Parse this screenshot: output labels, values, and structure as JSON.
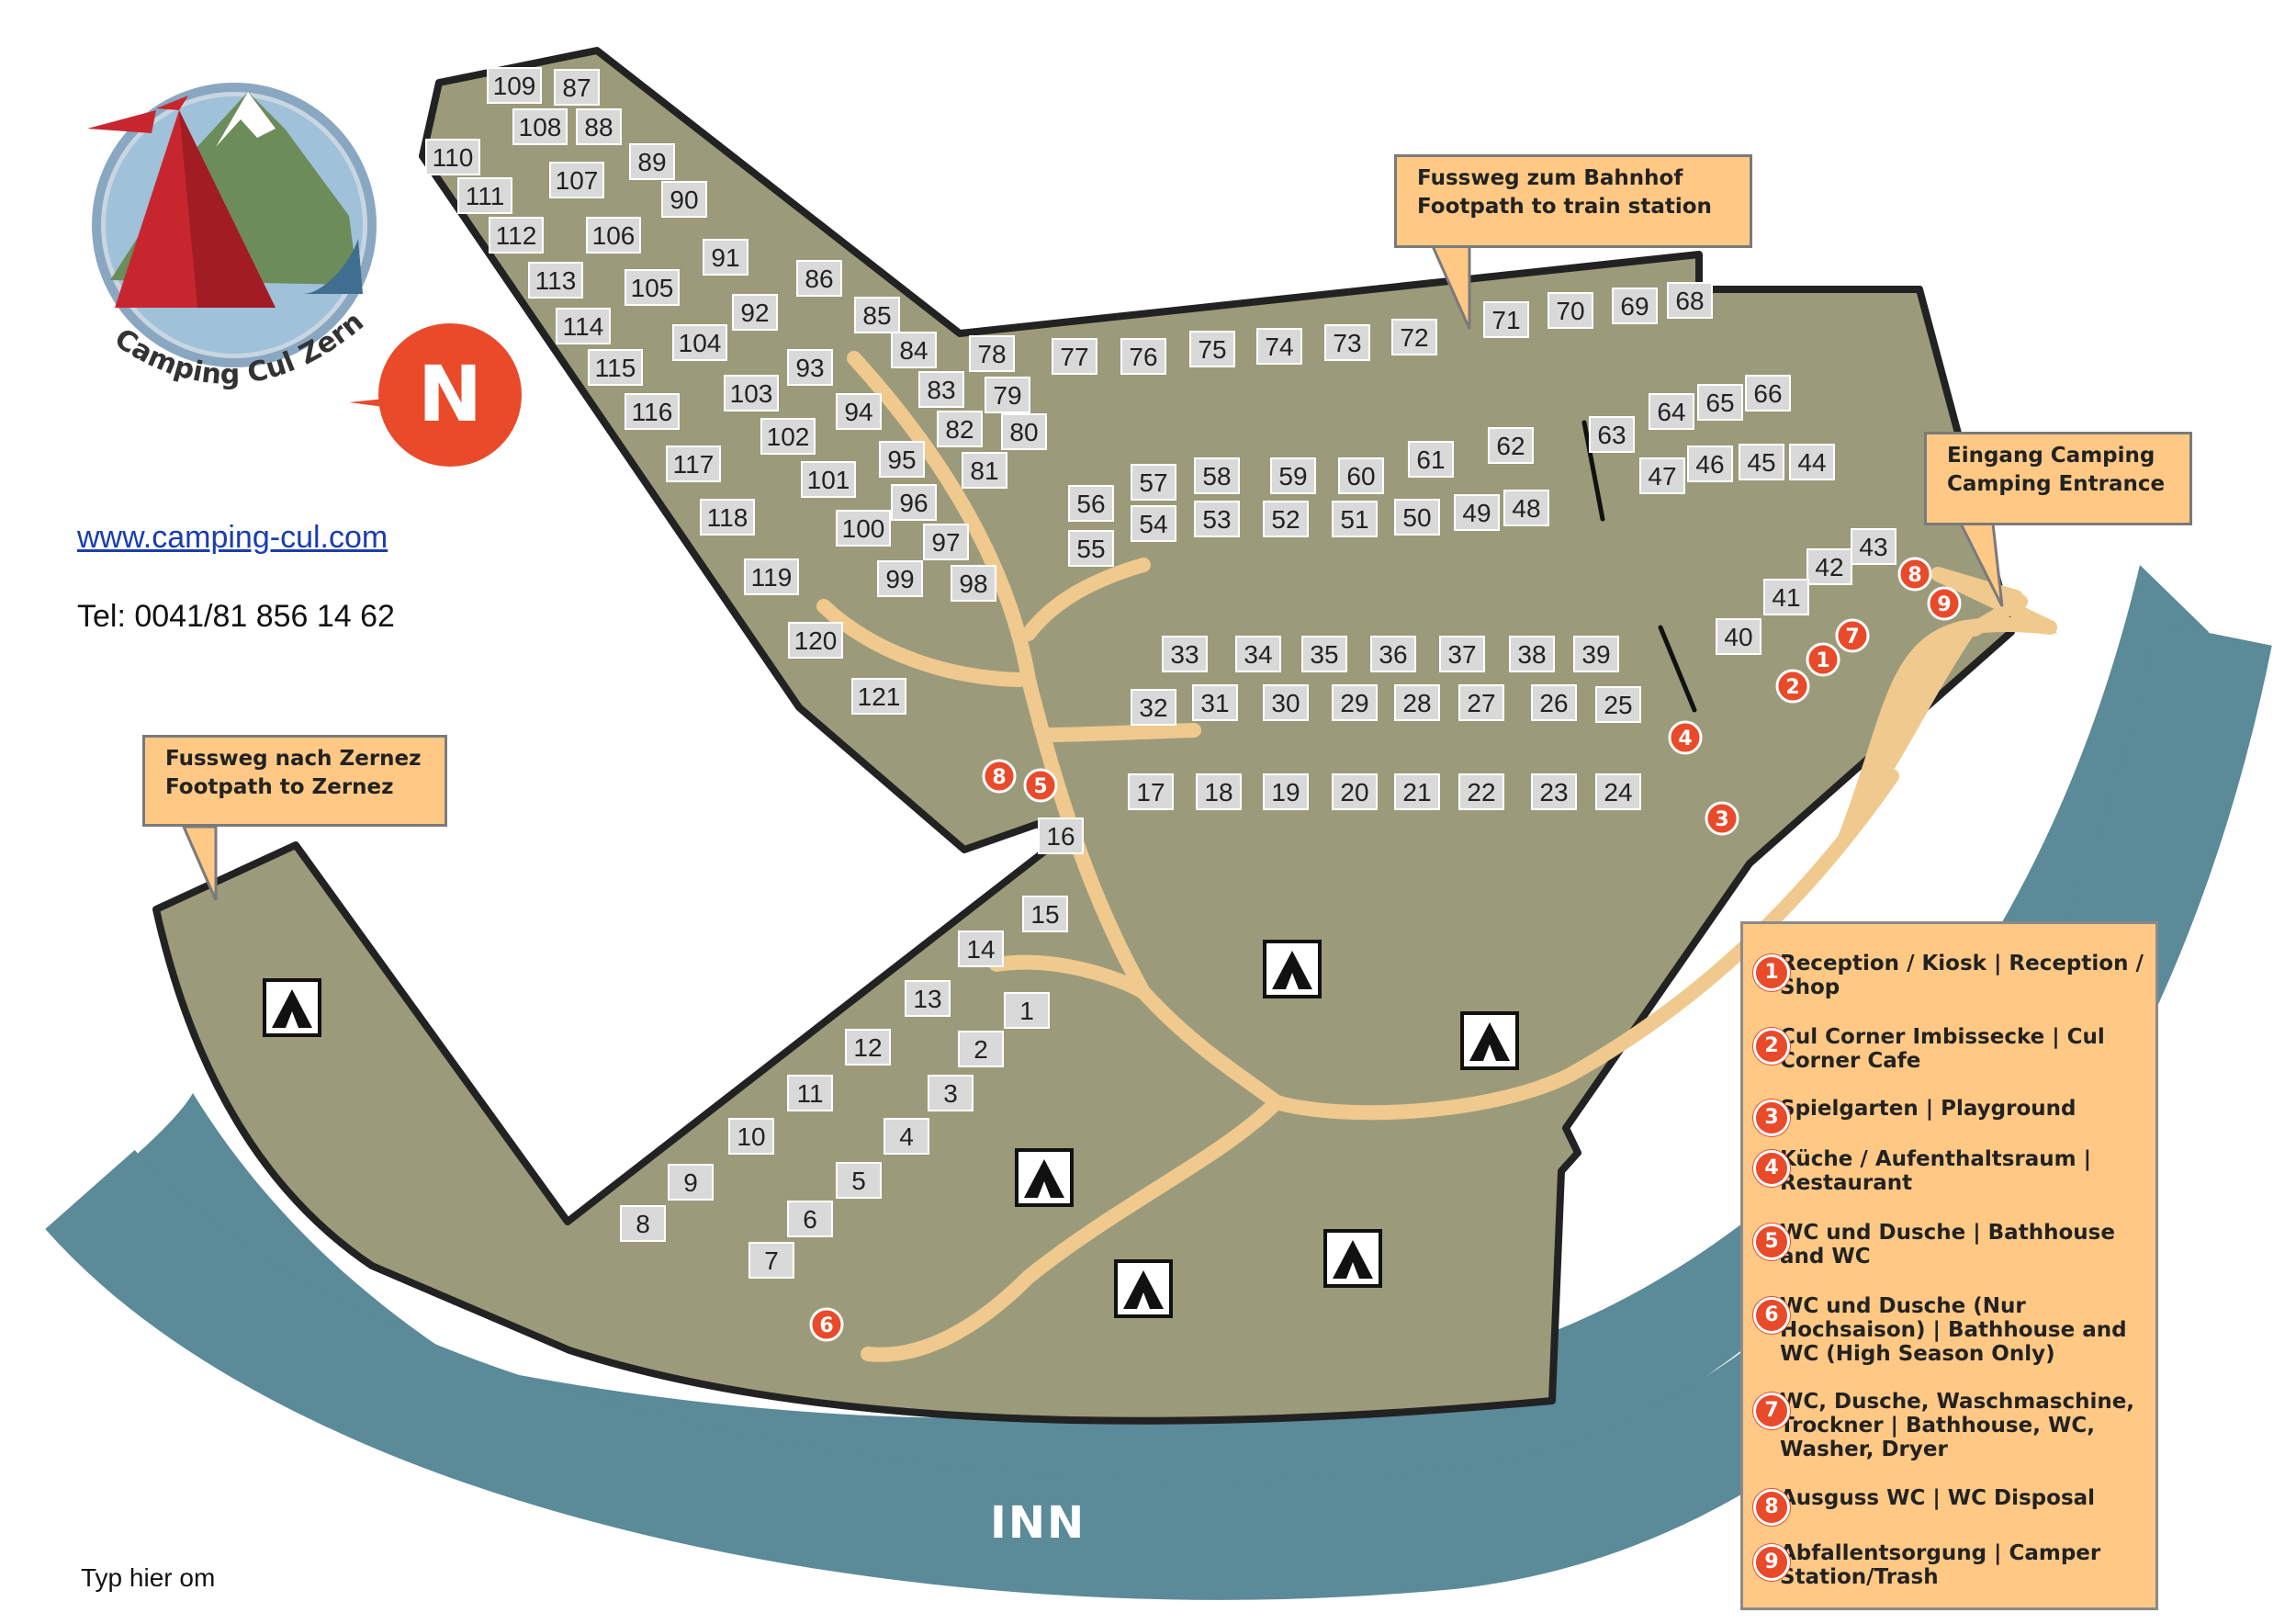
{
  "logo": {
    "arc_text": "Camping Cul Zernez",
    "badge_text": "N"
  },
  "contact": {
    "website": "www.camping-cul.com",
    "phone": "Tel: 0041/81 856 14 62"
  },
  "footer_note": "Typ hier om",
  "river_label": "INN",
  "callouts": {
    "train": [
      "Fussweg zum Bahnhof",
      "Footpath to train station"
    ],
    "entrance": [
      "Eingang Camping",
      "Camping Entrance"
    ],
    "zernez": [
      "Fussweg nach Zernez",
      "Footpath to Zernez"
    ]
  },
  "legend": [
    {
      "num": "1",
      "text": "Reception / Kiosk | Reception / Shop"
    },
    {
      "num": "2",
      "text": "Cul Corner Imbissecke | Cul Corner Cafe"
    },
    {
      "num": "3",
      "text": "Spielgarten | Playground"
    },
    {
      "num": "4",
      "text": "Küche / Aufenthaltsraum | Restaurant"
    },
    {
      "num": "5",
      "text": "WC und Dusche | Bathhouse and WC"
    },
    {
      "num": "6",
      "text": "WC und Dusche (Nur Hochsaison) | Bathhouse and WC (High Season Only)"
    },
    {
      "num": "7",
      "text": "WC, Dusche, Waschmaschine, Trockner | Bathhouse, WC, Washer, Dryer"
    },
    {
      "num": "8",
      "text": "Ausguss WC | WC Disposal"
    },
    {
      "num": "9",
      "text": "Abfallentsorgung | Camper Station/Trash"
    }
  ],
  "colors": {
    "ground": "#9b9b7b",
    "river": "#5b8a99",
    "path": "#f0c98e",
    "plot": "#d9d9d9",
    "marker": "#e84a2a",
    "legend_bg": "#ffc985"
  },
  "icons": {
    "tent_area": "tent-icon",
    "facility": "numbered-marker-icon"
  },
  "plots": [
    [
      "109",
      560,
      93
    ],
    [
      "87",
      628,
      95
    ],
    [
      "108",
      588,
      138
    ],
    [
      "88",
      652,
      138
    ],
    [
      "110",
      493,
      171
    ],
    [
      "107",
      628,
      196
    ],
    [
      "89",
      710,
      176
    ],
    [
      "111",
      528,
      213
    ],
    [
      "90",
      745,
      217
    ],
    [
      "112",
      562,
      256
    ],
    [
      "106",
      668,
      256
    ],
    [
      "91",
      790,
      280
    ],
    [
      "113",
      605,
      305
    ],
    [
      "105",
      710,
      313
    ],
    [
      "86",
      892,
      303
    ],
    [
      "92",
      822,
      340
    ],
    [
      "85",
      955,
      343
    ],
    [
      "114",
      635,
      355
    ],
    [
      "104",
      762,
      373
    ],
    [
      "84",
      995,
      381
    ],
    [
      "78",
      1080,
      385
    ],
    [
      "77",
      1170,
      388
    ],
    [
      "76",
      1245,
      388
    ],
    [
      "75",
      1320,
      380
    ],
    [
      "74",
      1393,
      377
    ],
    [
      "73",
      1467,
      373
    ],
    [
      "72",
      1540,
      367
    ],
    [
      "71",
      1640,
      348
    ],
    [
      "70",
      1710,
      338
    ],
    [
      "69",
      1780,
      333
    ],
    [
      "68",
      1840,
      327
    ],
    [
      "115",
      670,
      400
    ],
    [
      "93",
      882,
      400
    ],
    [
      "83",
      1025,
      424
    ],
    [
      "79",
      1097,
      430
    ],
    [
      "116",
      710,
      448
    ],
    [
      "103",
      818,
      428
    ],
    [
      "94",
      935,
      448
    ],
    [
      "82",
      1045,
      467
    ],
    [
      "80",
      1115,
      470
    ],
    [
      "64",
      1820,
      448
    ],
    [
      "65",
      1873,
      438
    ],
    [
      "66",
      1925,
      428
    ],
    [
      "63",
      1755,
      473
    ],
    [
      "62",
      1645,
      485
    ],
    [
      "117",
      755,
      505
    ],
    [
      "102",
      858,
      475
    ],
    [
      "95",
      982,
      500
    ],
    [
      "81",
      1072,
      512
    ],
    [
      "61",
      1558,
      500
    ],
    [
      "60",
      1482,
      518
    ],
    [
      "59",
      1408,
      518
    ],
    [
      "58",
      1325,
      518
    ],
    [
      "57",
      1256,
      525
    ],
    [
      "47",
      1810,
      518
    ],
    [
      "46",
      1862,
      505
    ],
    [
      "45",
      1918,
      503
    ],
    [
      "44",
      1973,
      503
    ],
    [
      "101",
      902,
      522
    ],
    [
      "96",
      995,
      547
    ],
    [
      "56",
      1188,
      548
    ],
    [
      "118",
      792,
      563
    ],
    [
      "100",
      940,
      575
    ],
    [
      "97",
      1030,
      590
    ],
    [
      "55",
      1188,
      597
    ],
    [
      "54",
      1256,
      570
    ],
    [
      "53",
      1325,
      565
    ],
    [
      "52",
      1400,
      565
    ],
    [
      "51",
      1475,
      565
    ],
    [
      "50",
      1543,
      563
    ],
    [
      "49",
      1608,
      558
    ],
    [
      "48",
      1662,
      553
    ],
    [
      "43",
      2040,
      595
    ],
    [
      "42",
      1992,
      617
    ],
    [
      "41",
      1945,
      650
    ],
    [
      "119",
      840,
      628
    ],
    [
      "99",
      980,
      630
    ],
    [
      "98",
      1060,
      635
    ],
    [
      "40",
      1893,
      693
    ],
    [
      "120",
      888,
      697
    ],
    [
      "33",
      1290,
      712
    ],
    [
      "34",
      1370,
      712
    ],
    [
      "35",
      1442,
      712
    ],
    [
      "36",
      1517,
      712
    ],
    [
      "37",
      1592,
      712
    ],
    [
      "38",
      1668,
      712
    ],
    [
      "39",
      1738,
      712
    ],
    [
      "121",
      957,
      758
    ],
    [
      "32",
      1256,
      770
    ],
    [
      "31",
      1323,
      765
    ],
    [
      "30",
      1400,
      765
    ],
    [
      "29",
      1475,
      765
    ],
    [
      "28",
      1543,
      765
    ],
    [
      "27",
      1613,
      765
    ],
    [
      "26",
      1692,
      765
    ],
    [
      "25",
      1762,
      767
    ],
    [
      "17",
      1253,
      862
    ],
    [
      "18",
      1327,
      862
    ],
    [
      "19",
      1400,
      862
    ],
    [
      "20",
      1475,
      862
    ],
    [
      "21",
      1543,
      862
    ],
    [
      "22",
      1613,
      862
    ],
    [
      "23",
      1692,
      862
    ],
    [
      "24",
      1762,
      862
    ],
    [
      "16",
      1155,
      910
    ],
    [
      "15",
      1138,
      995
    ],
    [
      "14",
      1068,
      1033
    ],
    [
      "13",
      1010,
      1087
    ],
    [
      "1",
      1118,
      1100
    ],
    [
      "12",
      945,
      1140
    ],
    [
      "2",
      1068,
      1142
    ],
    [
      "11",
      882,
      1190
    ],
    [
      "3",
      1035,
      1190
    ],
    [
      "10",
      818,
      1237
    ],
    [
      "4",
      987,
      1237
    ],
    [
      "9",
      752,
      1287
    ],
    [
      "5",
      935,
      1285
    ],
    [
      "8",
      700,
      1332
    ],
    [
      "6",
      882,
      1327
    ],
    [
      "7",
      840,
      1372
    ]
  ],
  "markers": [
    [
      "1",
      1985,
      718
    ],
    [
      "2",
      1952,
      747
    ],
    [
      "7",
      2017,
      692
    ],
    [
      "8",
      2085,
      625
    ],
    [
      "9",
      2117,
      657
    ],
    [
      "4",
      1835,
      803
    ],
    [
      "3",
      1875,
      891
    ],
    [
      "8",
      1088,
      845
    ],
    [
      "5",
      1133,
      855
    ],
    [
      "6",
      900,
      1442
    ]
  ],
  "tents": [
    [
      318,
      1097
    ],
    [
      1407,
      1055
    ],
    [
      1622,
      1133
    ],
    [
      1137,
      1282
    ],
    [
      1245,
      1403
    ],
    [
      1473,
      1370
    ]
  ]
}
